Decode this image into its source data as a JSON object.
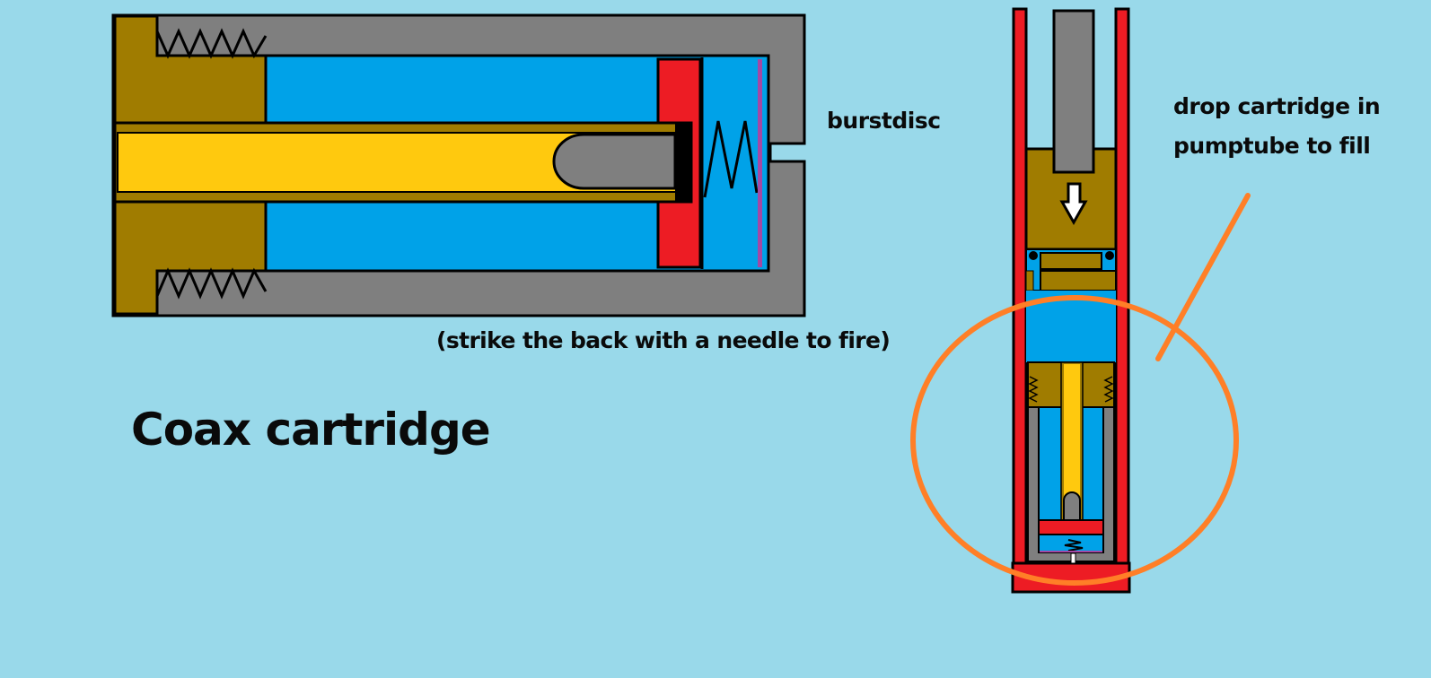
{
  "diagram": {
    "title": "Coax cartridge",
    "labels": {
      "burstdisc": "burstdisc",
      "strike_note": "(strike the back with a needle to fire)",
      "drop_note": "drop cartridge in pumptube to fill"
    },
    "colors": {
      "background": "#99d9ea",
      "body_gray": "#7f7f7f",
      "brass": "#a07c00",
      "air_blue": "#00a2e8",
      "projectile_yellow": "#ffc90e",
      "valve_red": "#ed1c24",
      "disc_purple": "#a349a4",
      "highlight_orange": "#ff7f27",
      "outline": "#000000"
    },
    "components": [
      "cartridge-body",
      "brass-end-cap",
      "threads",
      "air-chamber",
      "barrel-tube",
      "projectile",
      "valve-piston",
      "valve-spring",
      "burst-disc",
      "pump-tube",
      "pump-rod",
      "pump-piston",
      "fill-arrow"
    ]
  }
}
